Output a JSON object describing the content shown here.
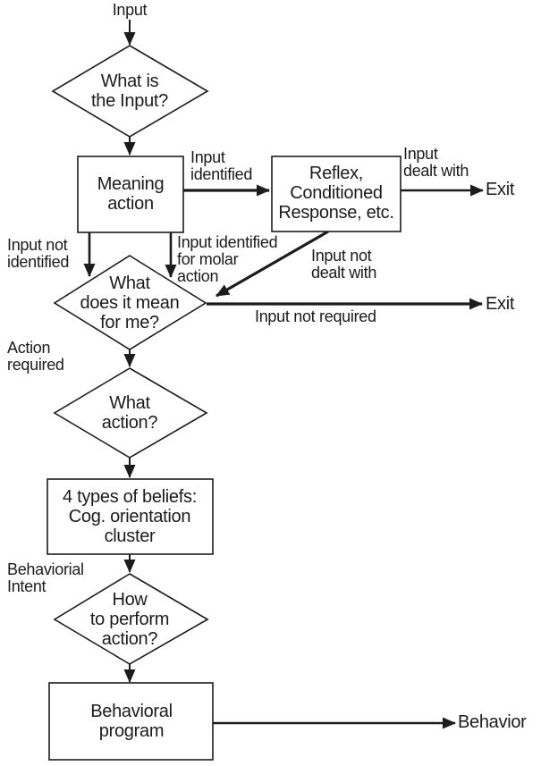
{
  "diagram": {
    "kind": "flowchart",
    "background": "#ffffff",
    "line_color": "#1c1c1c"
  },
  "nodes": {
    "start": "Input",
    "what_is_input": "What is\nthe Input?",
    "meaning_action": "Meaning\naction",
    "reflex": "Reflex,\nConditioned\nResponse, etc.",
    "what_does_it_mean": "What\ndoes it mean\nfor me?",
    "what_action": "What\naction?",
    "beliefs": "4 types of beliefs:\nCog. orientation\ncluster",
    "how_to_perform": "How\nto perform\naction?",
    "behavioral_program": "Behavioral\nprogram"
  },
  "edge_labels": {
    "input_identified": "Input\nidentified",
    "input_dealt_with": "Input\ndealt with",
    "exit_top": "Exit",
    "input_not_identified": "Input not\nidentified",
    "input_identified_for_molar_action": "Input identified\nfor molar\naction",
    "input_not_dealt_with": "Input not\ndealt with",
    "input_not_required": "Input not required",
    "exit_middle": "Exit",
    "action_required": "Action\nrequired",
    "behaviorial_intent": "Behaviorial\nIntent",
    "behavior": "Behavior"
  }
}
